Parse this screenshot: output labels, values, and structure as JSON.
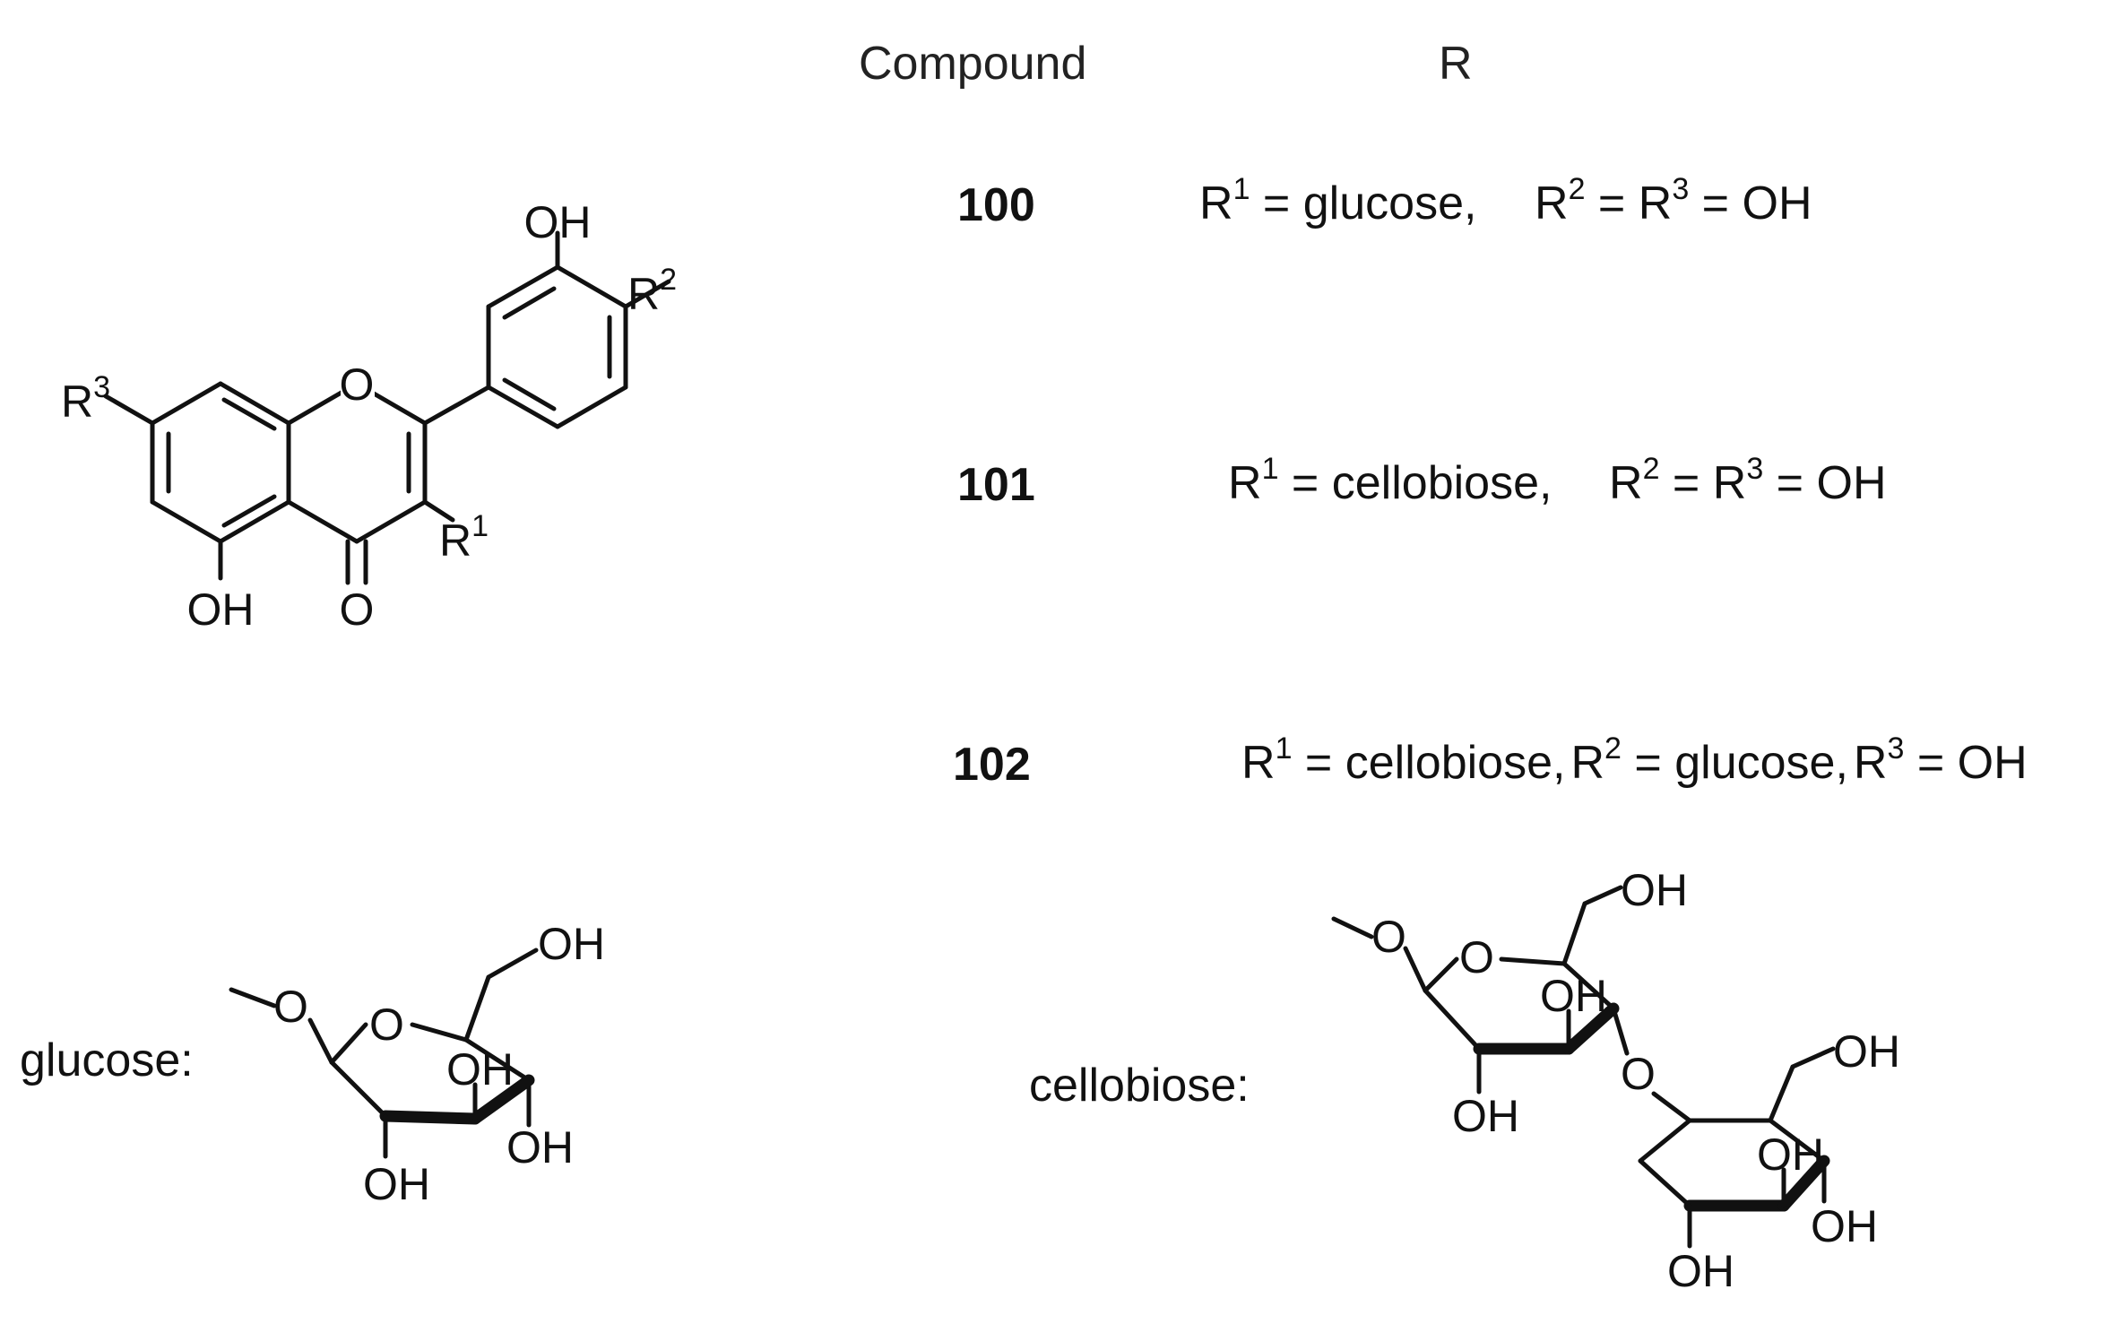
{
  "table": {
    "header_compound": "Compound",
    "header_r": "R",
    "rows": [
      {
        "id": "100",
        "r1": "glucose",
        "r2": "OH",
        "r3": "OH"
      },
      {
        "id": "101",
        "r1": "cellobiose",
        "r2": "OH",
        "r3": "OH"
      },
      {
        "id": "102",
        "r1": "cellobiose",
        "r2": "glucose",
        "r3": "OH"
      }
    ]
  },
  "labels": {
    "glucose": "glucose:",
    "cellobiose": "cellobiose:"
  },
  "atoms": {
    "R": "R",
    "oh": "OH",
    "o": "O",
    "sup1": "1",
    "sup2": "2",
    "sup3": "3",
    "eq": " = ",
    "comma": ","
  }
}
